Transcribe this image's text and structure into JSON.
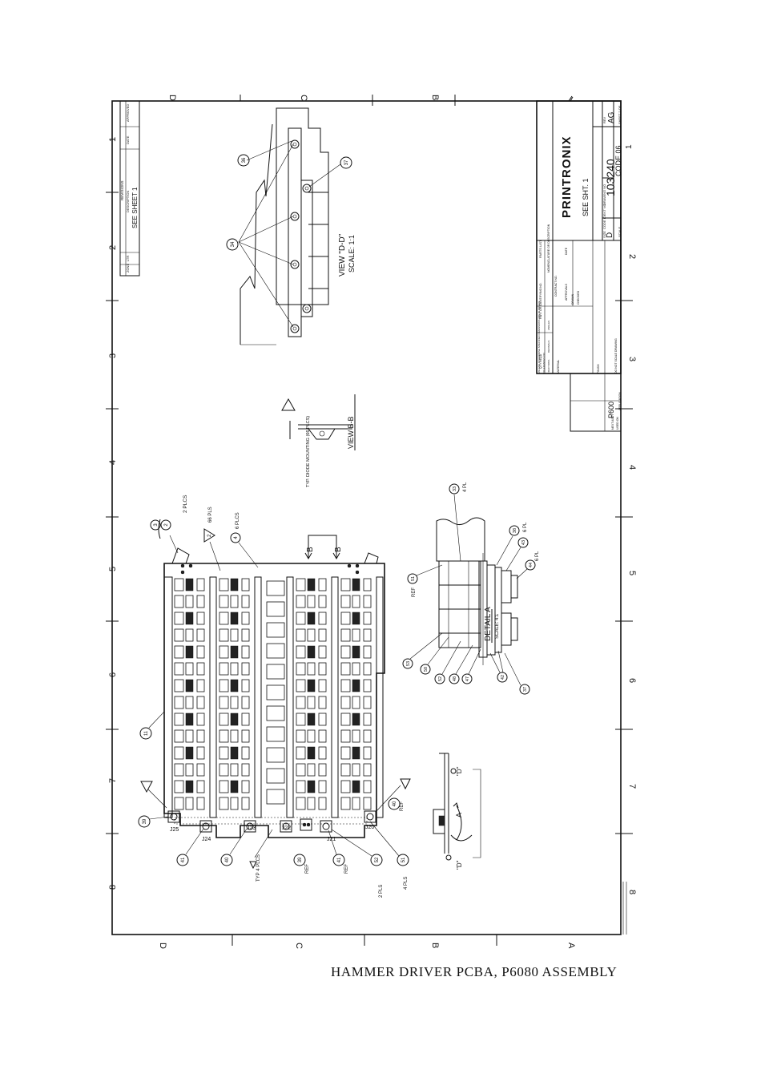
{
  "caption": "HAMMER DRIVER PCBA, P6080 ASSEMBLY",
  "zones": {
    "top": [
      "D",
      "C",
      "B"
    ],
    "bottom": [
      "D",
      "C",
      "B",
      "A"
    ],
    "left": [
      "1",
      "2",
      "3",
      "4",
      "5",
      "6",
      "7",
      "8"
    ],
    "right": [
      "1",
      "2",
      "3",
      "4",
      "5",
      "6",
      "7",
      "8"
    ]
  },
  "revision_block": {
    "title": "REVISIONS",
    "col_zone": "ZONE",
    "col_ltr": "LTR",
    "col_description": "DESCRIPTION",
    "col_date": "DATE",
    "col_approved": "APPROVED",
    "entry": "SEE SHEET 1"
  },
  "title_block": {
    "company": "PRINTRONIX",
    "title": "SEE SHT. 1",
    "size": "D",
    "drawing_number": "103240",
    "revision": "AG",
    "scale_label": "SCALE",
    "sheet_label": "SHEET 2 OF",
    "sheet": "1",
    "code_ident": "CODE 06",
    "size_label": "SIZE",
    "code_ident_label": "CODE IDENT NO",
    "dwg_no_label": "DRAWING NO",
    "rev_label": "REV",
    "parts_list": "PARTS LIST",
    "nomenclature": "NOMENCLATURE OR DESCRIPTION",
    "contract_no": "CONTRACT NO.",
    "approvals": "APPROVALS",
    "date_label": "DATE",
    "drawn": "DRAWN",
    "checked": "CHECKED",
    "unless_note": "UNLESS OTHERWISE SPECIFIED DIMENSIONS ARE IN INCHES",
    "tolerances": "TOLERANCES ON",
    "fractions": "FRACTIONS",
    "decimals": "DECIMALS",
    "angles": "ANGLES",
    "material": "MATERIAL",
    "finish": "FINISH",
    "do_not_scale": "DO NOT SCALE DRAWING",
    "next_assy": "NEXT ASSY",
    "used_on": "USED ON",
    "application": "APPLICATION",
    "used_on_value": "P600",
    "qty_reqd": "QTY REQD",
    "part_no": "PART OR IDENTIFYING NO."
  },
  "views": {
    "view_dd": {
      "title": "VIEW \"D-D\"",
      "scale": "SCALE: 1:1"
    },
    "view_bb": {
      "title": "VIEW B-B"
    },
    "diode_note": "TYP. DIODE MOUNTING (66 PLCS)",
    "detail_a": {
      "title": "DETAIL A",
      "scale": "SCALE: 4:1"
    }
  },
  "board_labels": {
    "connectors": [
      "J25",
      "J24",
      "J23",
      "J22",
      "J21",
      "J20"
    ],
    "section_b": "B",
    "plcs_2": "2 PLCS",
    "plcs_66": "66 PLS",
    "plcs_6": "6 PLCS",
    "typ_4": "TYP 4 PLCS",
    "ref": "REF",
    "plcs_2b": "2 PLS",
    "plcs_4": "4 PLS"
  },
  "balloons": {
    "b_2": "2",
    "b_3": "3",
    "b_4": "4",
    "b_11": "11",
    "b_39": "39",
    "b_41": "41",
    "b_40": "40",
    "b_41b": "41",
    "b_51": "51",
    "b_52": "52",
    "b_36": "36",
    "b_37": "37",
    "b_33": "33",
    "b_34": "34",
    "b_38": "38",
    "b_43": "43",
    "b_44": "44",
    "b_42": "42",
    "b_47": "47",
    "b_48": "48",
    "b_53": "53",
    "b_50": "50",
    "b_52b": "52"
  },
  "detail_labels": {
    "pl4": "4 PL",
    "pl6": "6 PL",
    "ref": "REF",
    "pl6b": "6 PL"
  }
}
